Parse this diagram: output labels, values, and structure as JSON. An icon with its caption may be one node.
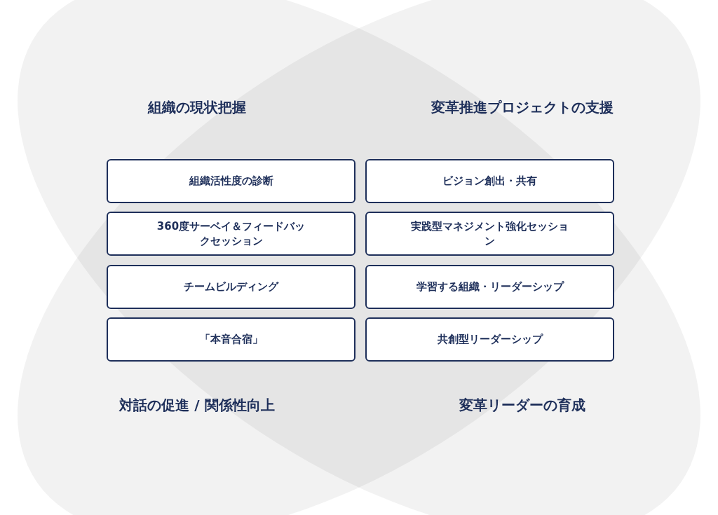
{
  "diagram": {
    "nodes": [
      {
        "text": [
          "組織活性度の診断"
        ]
      },
      {
        "text": [
          "ビジョン創出・共有"
        ]
      },
      {
        "text": [
          "360度サーベイ＆フィードバックセッション"
        ]
      },
      {
        "text": [
          "実践型マネジメント強化セッション"
        ]
      },
      {
        "text": [
          "チームビルディング"
        ]
      },
      {
        "text": [
          "学習する組織・リーダーシップ"
        ]
      },
      {
        "text": [
          "「本音合宿」"
        ]
      },
      {
        "text": [
          "共創型リーダーシップ"
        ]
      }
    ],
    "labels": [
      "組織の現状把握",
      "変革推進プロジェクトの支援",
      "対話の促進 / 関係性向上",
      "変革リーダーの育成"
    ]
  }
}
